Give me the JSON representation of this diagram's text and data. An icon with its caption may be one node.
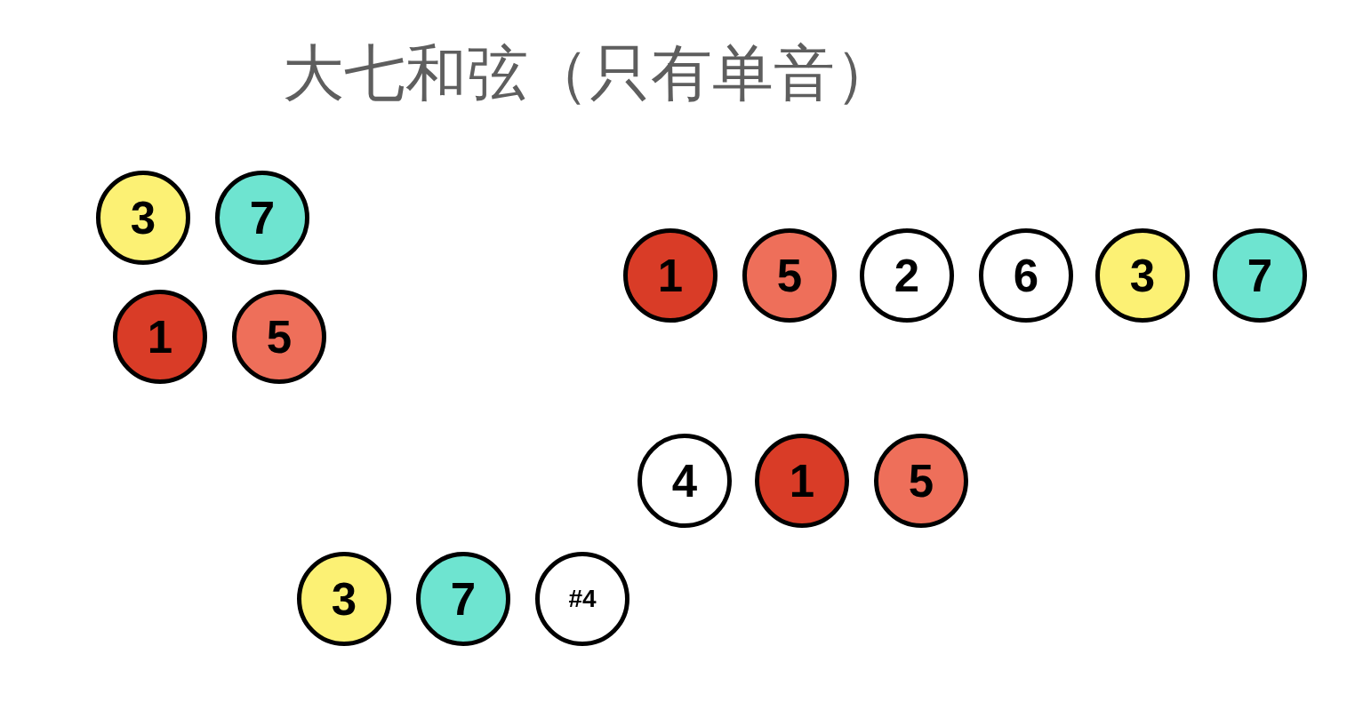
{
  "diagram": {
    "title": "大七和弦（只有单音）",
    "nodes": [
      {
        "text": [
          "3"
        ]
      },
      {
        "text": [
          "7"
        ]
      },
      {
        "text": [
          "1"
        ]
      },
      {
        "text": [
          "5"
        ]
      },
      {
        "text": [
          "1"
        ]
      },
      {
        "text": [
          "5"
        ]
      },
      {
        "text": [
          "2"
        ]
      },
      {
        "text": [
          "6"
        ]
      },
      {
        "text": [
          "3"
        ]
      },
      {
        "text": [
          "7"
        ]
      },
      {
        "text": [
          "4"
        ]
      },
      {
        "text": [
          "1"
        ]
      },
      {
        "text": [
          "5"
        ]
      },
      {
        "text": [
          "3"
        ]
      },
      {
        "text": [
          "7"
        ]
      },
      {
        "text": [
          "#4"
        ]
      }
    ]
  }
}
